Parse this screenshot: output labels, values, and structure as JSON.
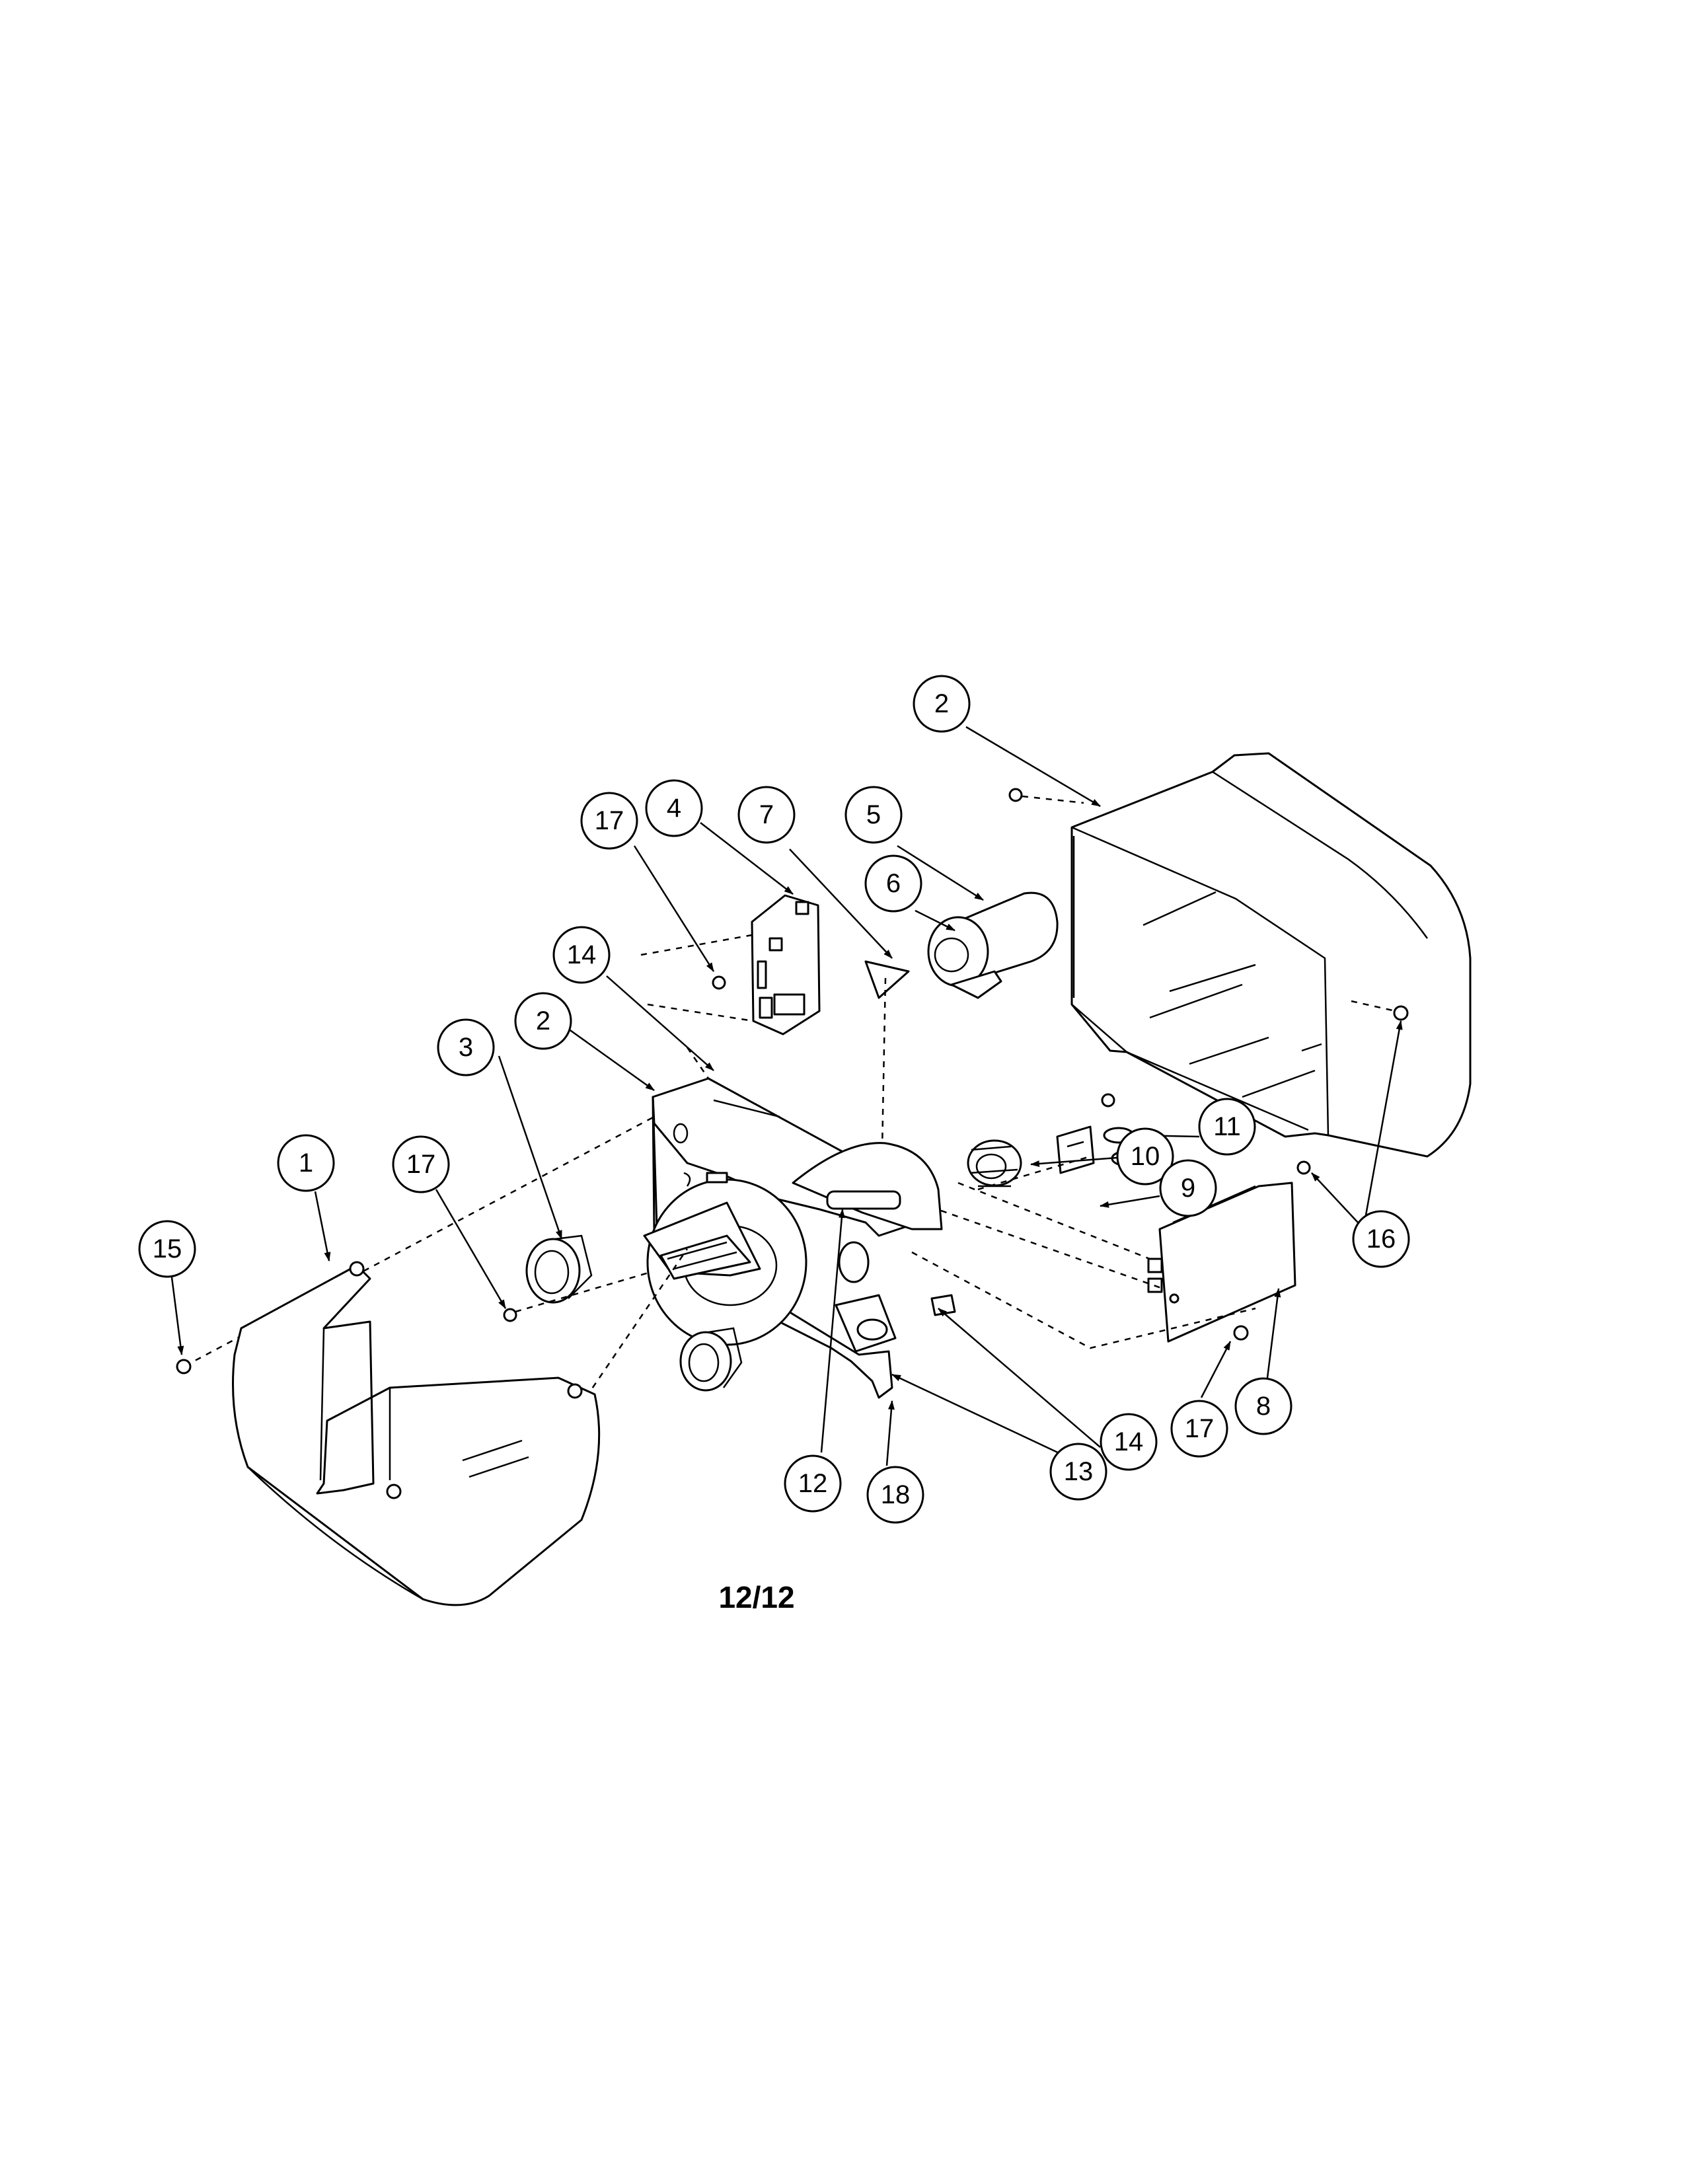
{
  "page_number": "12/12",
  "callouts": [
    "2",
    "17",
    "4",
    "7",
    "5",
    "6",
    "14",
    "3",
    "2",
    "17",
    "1",
    "15",
    "10",
    "11",
    "9",
    "16",
    "8",
    "17",
    "14",
    "13",
    "18",
    "12"
  ]
}
